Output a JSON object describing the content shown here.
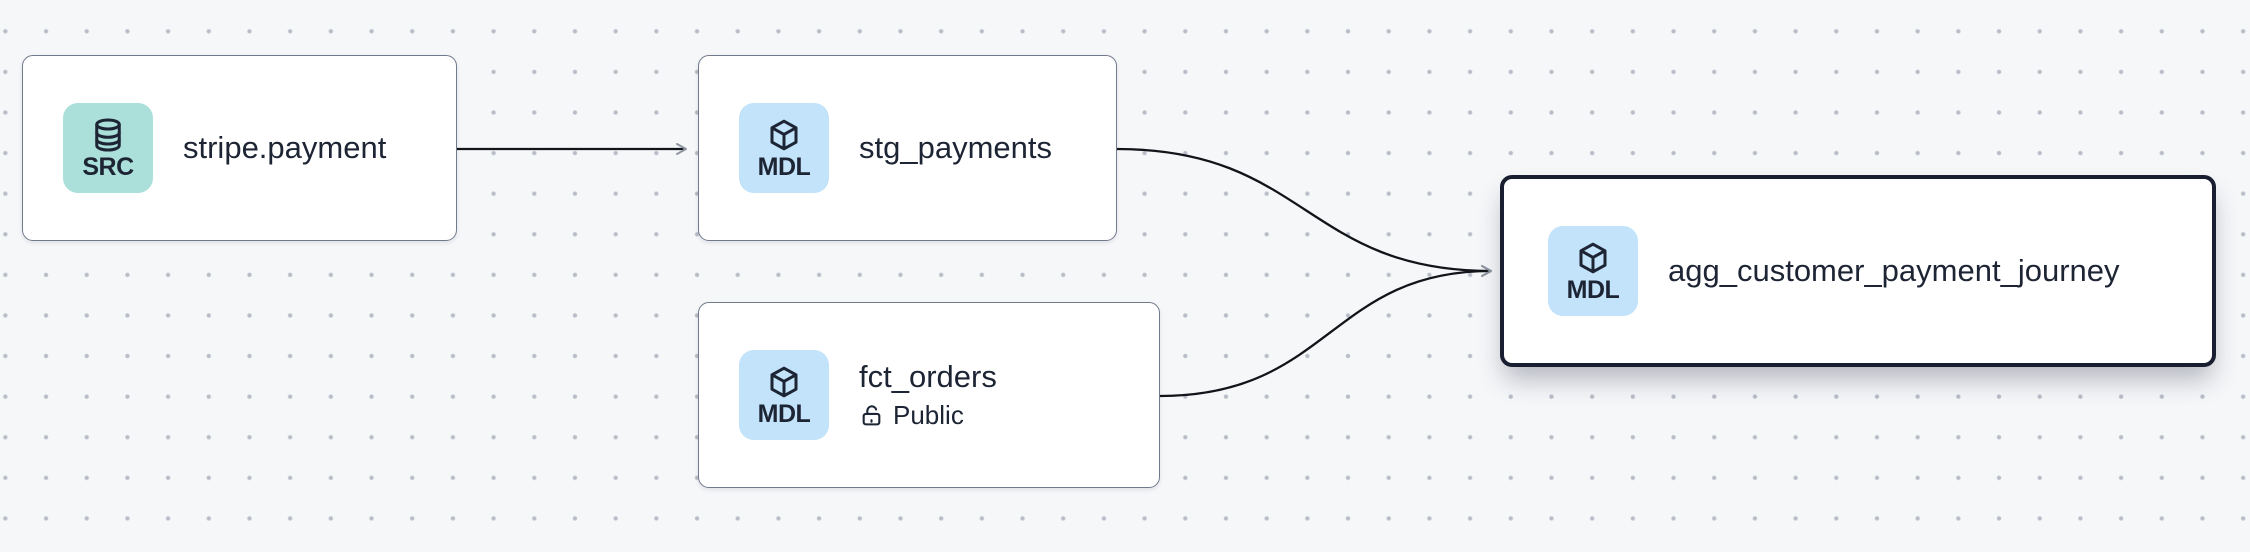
{
  "diagram": {
    "kind": "data-lineage-graph",
    "background_color": "#f6f7f9",
    "dot_grid_color": "#b7bcc6",
    "edge_color": "#121419",
    "arrowhead_color": "#8e95a1",
    "node_border_color": "#717a8c",
    "selected_node_border_color": "#191e31",
    "text_color": "#1d2434"
  },
  "nodes": [
    {
      "title": "stripe.payment",
      "badge": {
        "label": "SRC",
        "icon": "database-icon",
        "color": "#aadfda"
      },
      "selected": false
    },
    {
      "title": "stg_payments",
      "badge": {
        "label": "MDL",
        "icon": "cube-icon",
        "color": "#c2e3fa"
      },
      "selected": false
    },
    {
      "title": "fct_orders",
      "badge": {
        "label": "MDL",
        "icon": "cube-icon",
        "color": "#c2e3fa"
      },
      "access": {
        "label": "Public",
        "icon": "unlock-icon"
      },
      "selected": false
    },
    {
      "title": "agg_customer_payment_journey",
      "badge": {
        "label": "MDL",
        "icon": "cube-icon",
        "color": "#c2e3fa"
      },
      "selected": true
    }
  ],
  "edges": [
    {
      "from": "stripe.payment",
      "to": "stg_payments"
    },
    {
      "from": "stg_payments",
      "to": "agg_customer_payment_journey"
    },
    {
      "from": "fct_orders",
      "to": "agg_customer_payment_journey"
    }
  ]
}
